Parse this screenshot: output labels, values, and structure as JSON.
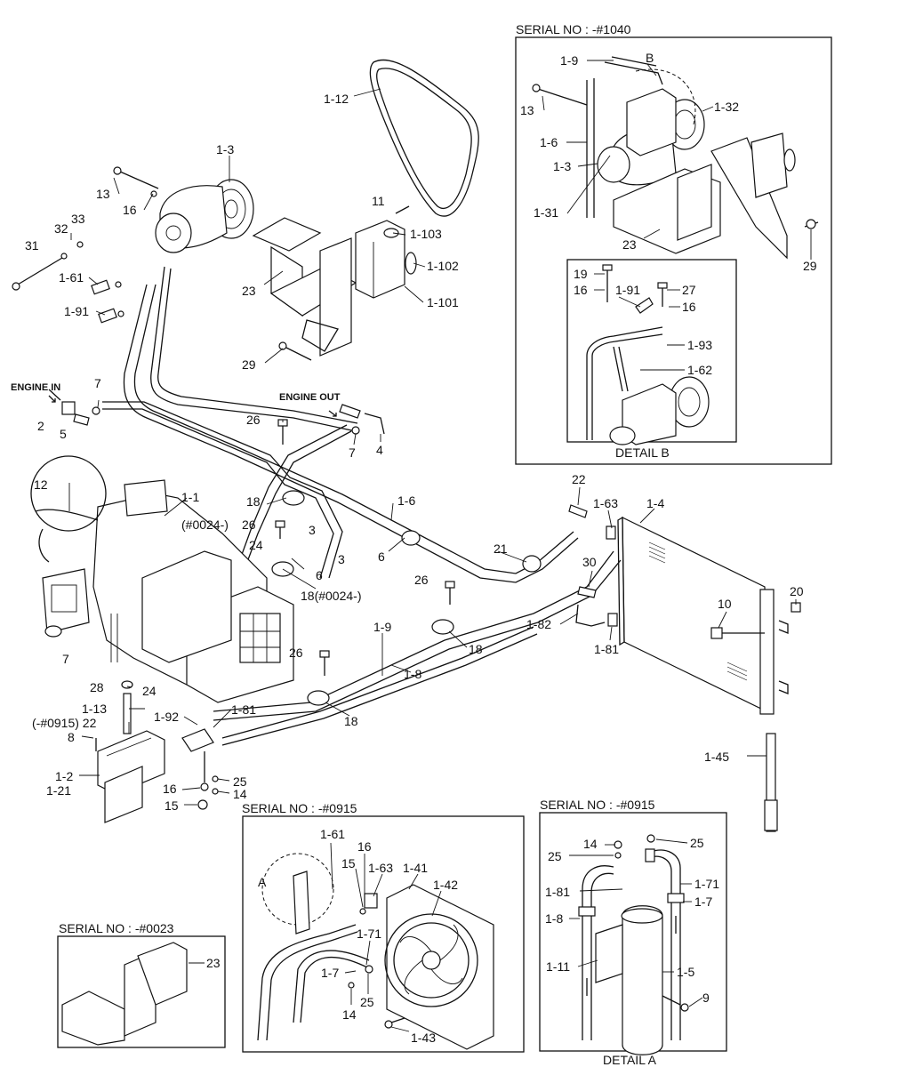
{
  "panels": {
    "serial_1040": "SERIAL NO : -#1040",
    "detail_b": "DETAIL B",
    "serial_0915_left": "SERIAL NO : -#0915",
    "serial_0915_right": "SERIAL NO : -#0915",
    "serial_0023": "SERIAL NO : -#0023",
    "detail_a": "DETAIL A"
  },
  "flow": {
    "engine_in": "ENGINE IN",
    "engine_out": "ENGINE OUT"
  },
  "parts": {
    "p1_12": "1-12",
    "p1_3": "1-3",
    "p13": "13",
    "p16": "16",
    "p33": "33",
    "p32": "32",
    "p31": "31",
    "p1_61": "1-61",
    "p1_91": "1-91",
    "p11": "11",
    "p1_103": "1-103",
    "p1_102": "1-102",
    "p1_101": "1-101",
    "p23": "23",
    "p29": "29",
    "p7a": "7",
    "p2": "2",
    "p5": "5",
    "p26a": "26",
    "p7b": "7",
    "p4": "4",
    "p12": "12",
    "p1_1": "1-1",
    "p18a": "18",
    "p26b": "26",
    "p0024a": "(#0024-)",
    "p24a": "24",
    "p3a": "3",
    "p6a": "6",
    "p3b": "3",
    "p18b": "18(#0024-)",
    "p1_6": "1-6",
    "p6b": "6",
    "p26c": "26",
    "p21": "21",
    "p22a": "22",
    "p1_63": "1-63",
    "p1_4": "1-4",
    "p30": "30",
    "p20": "20",
    "p10": "10",
    "p1_82": "1-82",
    "p1_81a": "1-81",
    "p7c": "7",
    "p1_9": "1-9",
    "p18c": "18",
    "p26d": "26",
    "p1_8": "1-8",
    "p28": "28",
    "p24b": "24",
    "p1_13": "1-13",
    "p0915_22": "(-#0915) 22",
    "p8": "8",
    "p1_92": "1-92",
    "p1_81b": "1-81",
    "p18d": "18",
    "p1_2": "1-2",
    "p1_21": "1-21",
    "p16b": "16",
    "p25a": "25",
    "p14a": "14",
    "p15a": "15",
    "p1_45": "1-45",
    "b_1_9": "1-9",
    "b_B": "B",
    "b_13": "13",
    "b_1_32": "1-32",
    "b_1_6": "1-6",
    "b_1_3": "1-3",
    "b_1_31": "1-31",
    "b_23": "23",
    "b_29": "29",
    "b_19": "19",
    "b_16a": "16",
    "b_1_91": "1-91",
    "b_27": "27",
    "b_16b": "16",
    "b_1_93": "1-93",
    "b_1_62": "1-62",
    "l_1_61": "1-61",
    "l_16": "16",
    "l_15": "15",
    "l_1_63": "1-63",
    "l_1_41": "1-41",
    "l_1_42": "1-42",
    "l_A": "A",
    "l_1_71": "1-71",
    "l_1_7": "1-7",
    "l_14": "14",
    "l_25": "25",
    "l_1_43": "1-43",
    "r_14": "14",
    "r_25a": "25",
    "r_25b": "25",
    "r_1_81": "1-81",
    "r_1_71": "1-71",
    "r_1_8": "1-8",
    "r_1_7": "1-7",
    "r_1_11": "1-11",
    "r_1_5": "1-5",
    "r_9": "9",
    "s_23": "23"
  }
}
